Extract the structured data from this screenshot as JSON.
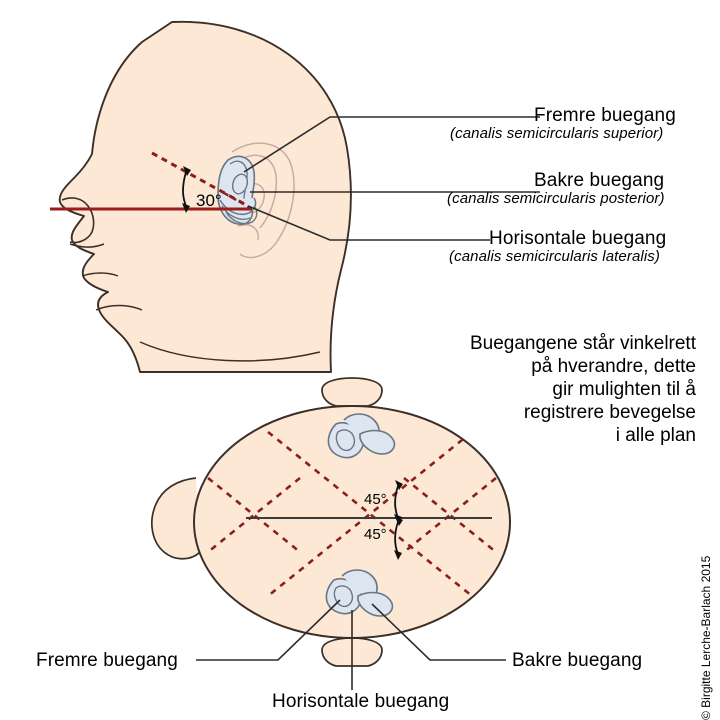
{
  "figure": {
    "title_hidden": "",
    "background_color": "#ffffff",
    "skin_fill": "#fce8d5",
    "skin_fill_light": "#fdeedd",
    "outline_color": "#3b2f27",
    "labyrinth_fill": "#dde6f0",
    "labyrinth_stroke": "#6b7683",
    "ear_line_color": "#c9a9a2",
    "plane_line_color": "#9c1c1c",
    "dashed_color": "#8a1f1f",
    "leader_color": "#2b2b2b",
    "midline_color": "#3b3b3b"
  },
  "side_view": {
    "angle_label": "30°",
    "horizontal_plane_name": "horizontal-reference-line",
    "tilted_plane_name": "horizontal-canal-plane-line"
  },
  "callouts": [
    {
      "id": "fremre",
      "label": "Fremre buegang",
      "latin": "(canalis semicircularis superior)"
    },
    {
      "id": "bakre",
      "label": "Bakre buegang",
      "latin": "(canalis semicircularis posterior)"
    },
    {
      "id": "horisontale",
      "label": "Horisontale buegang",
      "latin": "(canalis semicircularis lateralis)"
    }
  ],
  "note": {
    "lines": [
      "Buegangene står vinkelrett",
      "på hverandre, dette",
      "gir mulighten til å",
      "registrere bevegelse",
      "i alle plan"
    ]
  },
  "top_view": {
    "angle_upper": "45°",
    "angle_lower": "45°",
    "labels": {
      "left": "Fremre buegang",
      "right": "Bakre buegang",
      "bottom": "Horisontale buegang"
    }
  },
  "credit": {
    "text": "© Birgitte Lerche-Barlach 2015"
  }
}
